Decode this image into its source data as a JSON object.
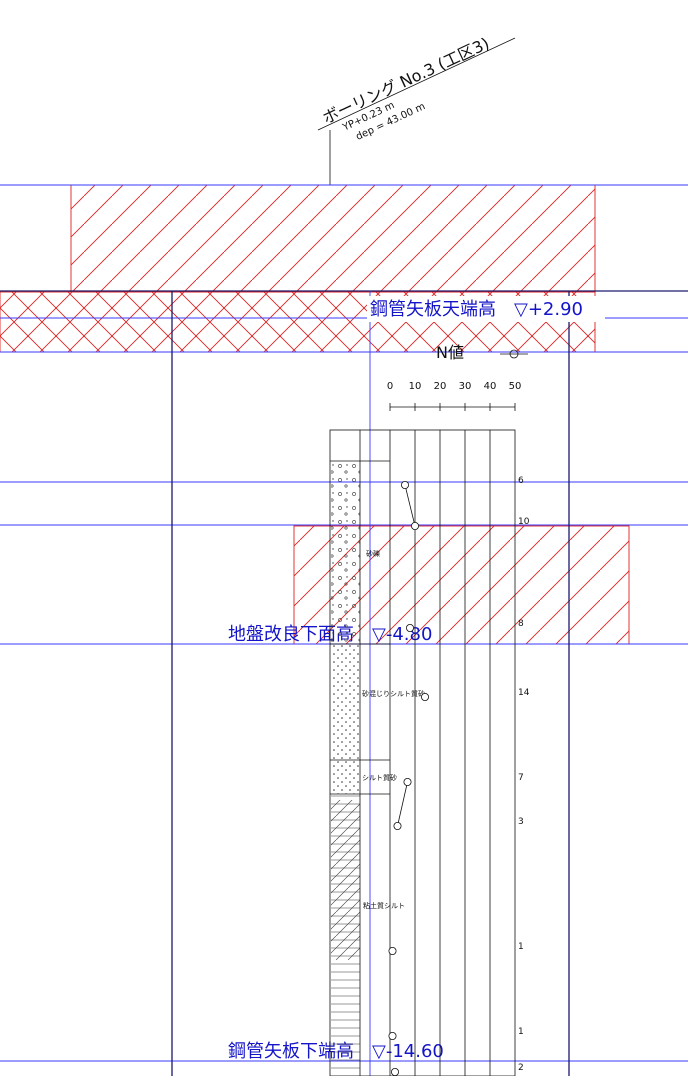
{
  "boring": {
    "title": "ボーリング No.3 (工区3)",
    "yp": "YP+0.23 m",
    "dep": "dep = 43.00 m"
  },
  "levels": {
    "pile_top": "鋼管矢板天端高　▽+2.90",
    "ground_improvement_bottom": "地盤改良下面高　▽-4.80",
    "pile_bottom": "鋼管矢板下端高　▽-14.60"
  },
  "n_value": {
    "header": "N値",
    "ticks": [
      "0",
      "10",
      "20",
      "30",
      "40",
      "50"
    ]
  },
  "soil_layers": [
    "砂礫",
    "砂混じりシルト質砂",
    "シルト質砂",
    "粘土質シルト"
  ],
  "chart_data": {
    "type": "scatter",
    "title": "",
    "xlabel": "N値",
    "ylabel": "",
    "xlim": [
      0,
      50
    ],
    "points": [
      {
        "n": 6,
        "label": "6"
      },
      {
        "n": 10,
        "label": "10"
      },
      {
        "n": 8,
        "label": "8"
      },
      {
        "n": 14,
        "label": "14"
      },
      {
        "n": 7,
        "label": "7"
      },
      {
        "n": 3,
        "label": "3"
      },
      {
        "n": 1,
        "label": "1"
      },
      {
        "n": 1,
        "label": "1"
      },
      {
        "n": 2,
        "label": "2"
      }
    ]
  },
  "colors": {
    "blue_line": "#3a3aff",
    "label_blue": "#1414c8",
    "hatch_red": "#e02020",
    "navy": "#1a1a6e"
  }
}
